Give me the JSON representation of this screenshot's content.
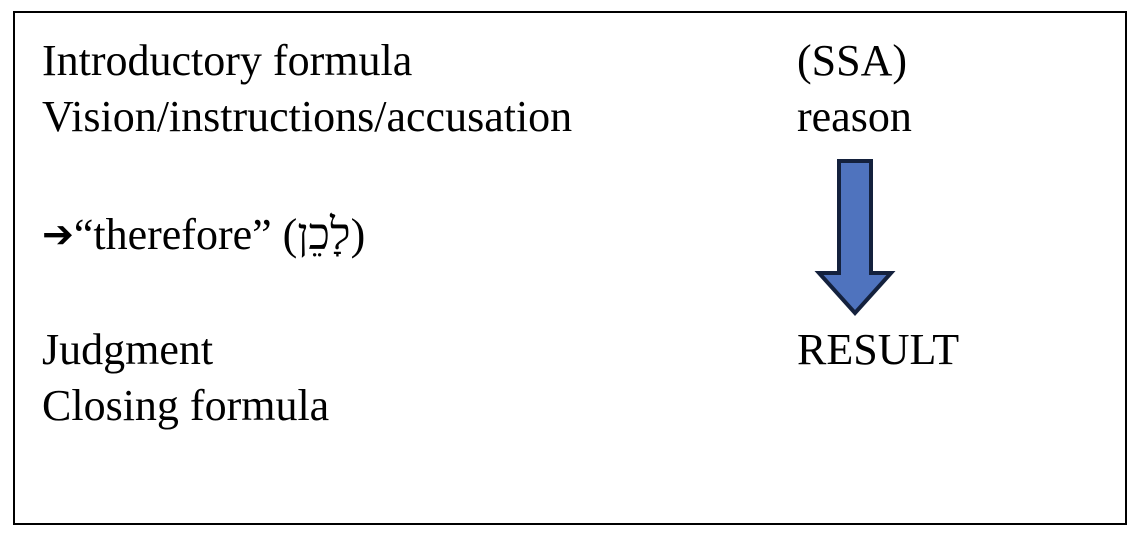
{
  "left_column": {
    "line1": "Introductory formula",
    "line2": "Vision/instructions/accusation",
    "therefore_arrow": "➔",
    "therefore_text": "“therefore” (לָכֵן)",
    "line4": "Judgment",
    "line5": "Closing formula"
  },
  "right_column": {
    "line1": "(SSA)",
    "line2": "reason",
    "line3": "RESULT"
  },
  "colors": {
    "arrow_fill": "#4f73be",
    "arrow_stroke": "#14213d"
  },
  "icons": {
    "right_arrow": "right-arrow-icon",
    "down_arrow": "down-arrow-icon"
  }
}
